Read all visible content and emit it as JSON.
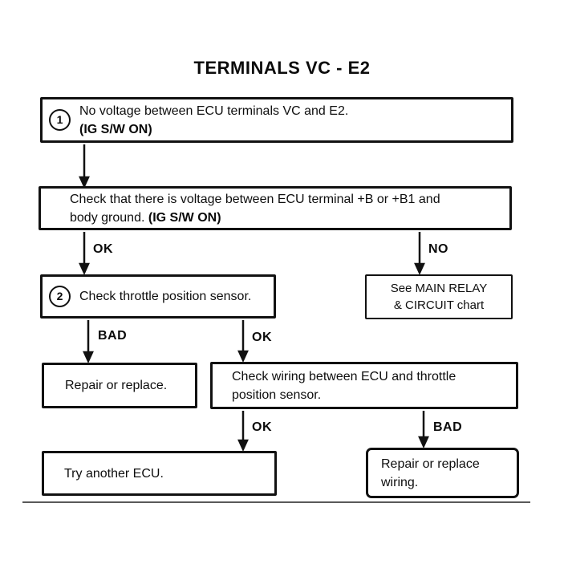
{
  "page": {
    "title": "TERMINALS VC - E2",
    "ink_color": "#111111",
    "paper_color": "#ffffff"
  },
  "boxes": {
    "step1": {
      "number": "1",
      "text": "No voltage between ECU terminals VC and E2.",
      "note": "(IG S/W ON)"
    },
    "check_voltage": {
      "text": "Check that there is voltage between ECU terminal +B or +B1 and body ground.",
      "note": "(IG S/W ON)"
    },
    "step2": {
      "number": "2",
      "text": "Check throttle position sensor."
    },
    "main_relay": {
      "text": "See MAIN RELAY\n& CIRCUIT chart"
    },
    "repair_replace": {
      "text": "Repair or replace."
    },
    "check_wiring": {
      "text": "Check wiring between ECU and throttle position sensor."
    },
    "try_ecu": {
      "text": "Try another ECU."
    },
    "repair_wiring": {
      "text": "Repair or replace\nwiring."
    }
  },
  "labels": {
    "ok1": "OK",
    "no1": "NO",
    "bad1": "BAD",
    "ok2": "OK",
    "ok3": "OK",
    "bad2": "BAD"
  }
}
